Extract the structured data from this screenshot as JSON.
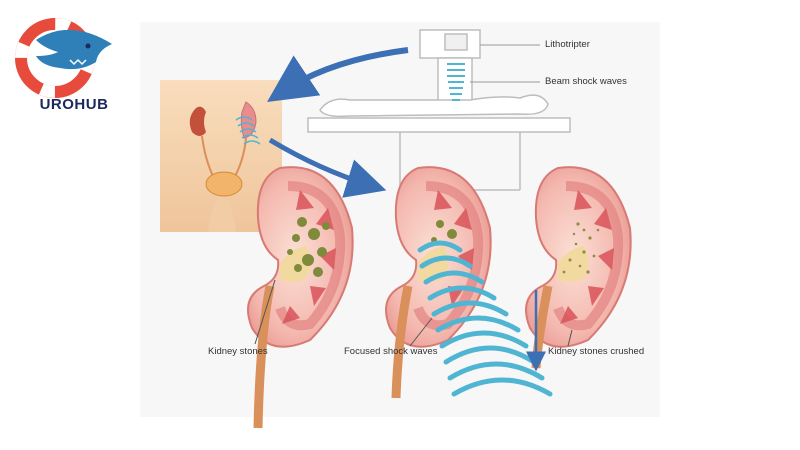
{
  "logo": {
    "brand": "UROHUB"
  },
  "labels": {
    "lithotripter": "Lithotripter",
    "beam": "Beam shock waves",
    "stones": "Kidney stones",
    "focused": "Focused shock waves",
    "crushed": "Kidney stones crushed"
  },
  "colors": {
    "skin": "#f7d7b4",
    "kidney_outer": "#f4b9b0",
    "kidney_cortex": "#e78a86",
    "medulla": "#d9535a",
    "stone": "#7f8a3b",
    "wave": "#4fb5d3",
    "arrow": "#3d6fb4",
    "logo_ring": "#e64b3c",
    "logo_shark": "#2f7fb8",
    "logo_text": "#1b2a5b"
  }
}
